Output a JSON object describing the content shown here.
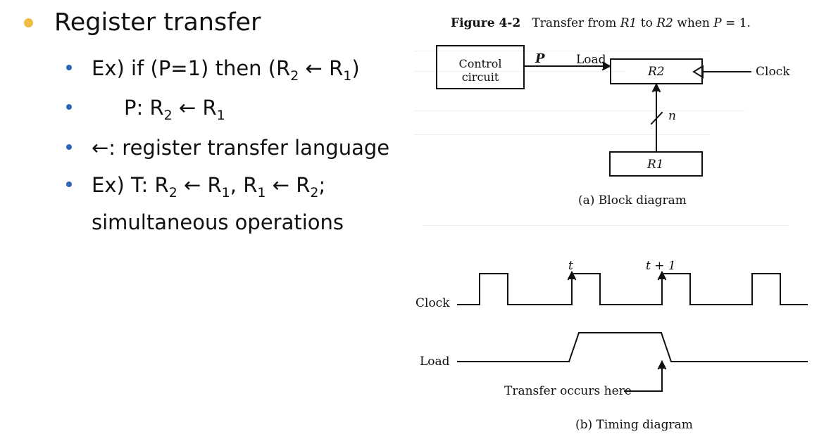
{
  "slide": {
    "heading": "Register transfer",
    "bullets": [
      {
        "parts": [
          "Ex) if (P=1) then (R",
          "2",
          " ← R",
          "1",
          ")"
        ]
      },
      {
        "parts": [
          "P: R",
          "2",
          " ← R",
          "1"
        ]
      },
      {
        "parts": [
          "←: register transfer language"
        ]
      },
      {
        "parts": [
          "Ex) T: R",
          "2",
          " ← R",
          "1",
          ", R",
          "1",
          " ← R",
          "2",
          ";"
        ]
      }
    ],
    "continued": "simultaneous operations"
  },
  "figure": {
    "number": "Figure 4-2",
    "title_prefix": "Transfer from ",
    "r1": "R1",
    "title_middle": " to ",
    "r2": "R2",
    "title_when": " when ",
    "p": "P",
    "title_value": " = 1.",
    "block": {
      "control_line1": "Control",
      "control_line2": "circuit",
      "p_label": "P",
      "load_label": "Load",
      "r2_label": "R2",
      "clock_label": "Clock",
      "n_label": "n",
      "r1_label": "R1",
      "caption": "(a) Block diagram"
    },
    "timing": {
      "t_label": "t",
      "t_plus_label": "t + 1",
      "clock_label": "Clock",
      "load_label": "Load",
      "transfer_label": "Transfer occurs here",
      "caption": "(b) Timing diagram"
    }
  },
  "colors": {
    "main_bullet": "#f0bb45",
    "sub_bullet": "#2e66b8",
    "text": "#111111"
  }
}
